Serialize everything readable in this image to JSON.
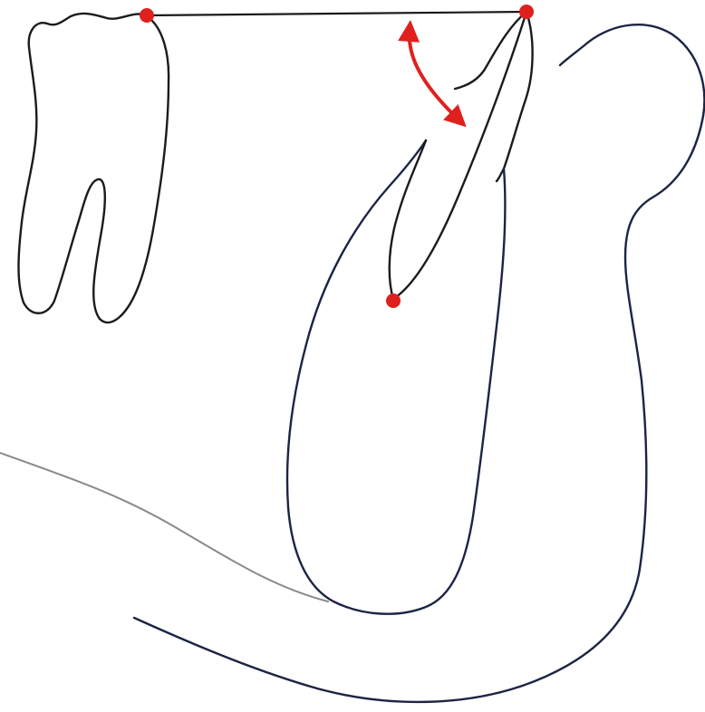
{
  "diagram": {
    "colors": {
      "background": "#ffffff",
      "outline": "#1a1a2a",
      "tooth_outline": "#1b1b1b",
      "soft_tissue_outline": "#8a8a8a",
      "lower_profile_outline": "#1c2444",
      "reference_line": "#1a1a1a",
      "landmark_point": "#e0201c",
      "rotation_arrow": "#e0201c"
    },
    "elements": [
      "upper-incisor",
      "lower-incisor",
      "mandible-outline",
      "chin-soft-tissue",
      "upper-reference-line",
      "lower-incisor-axis",
      "rotation-arrow",
      "landmark-points"
    ]
  }
}
